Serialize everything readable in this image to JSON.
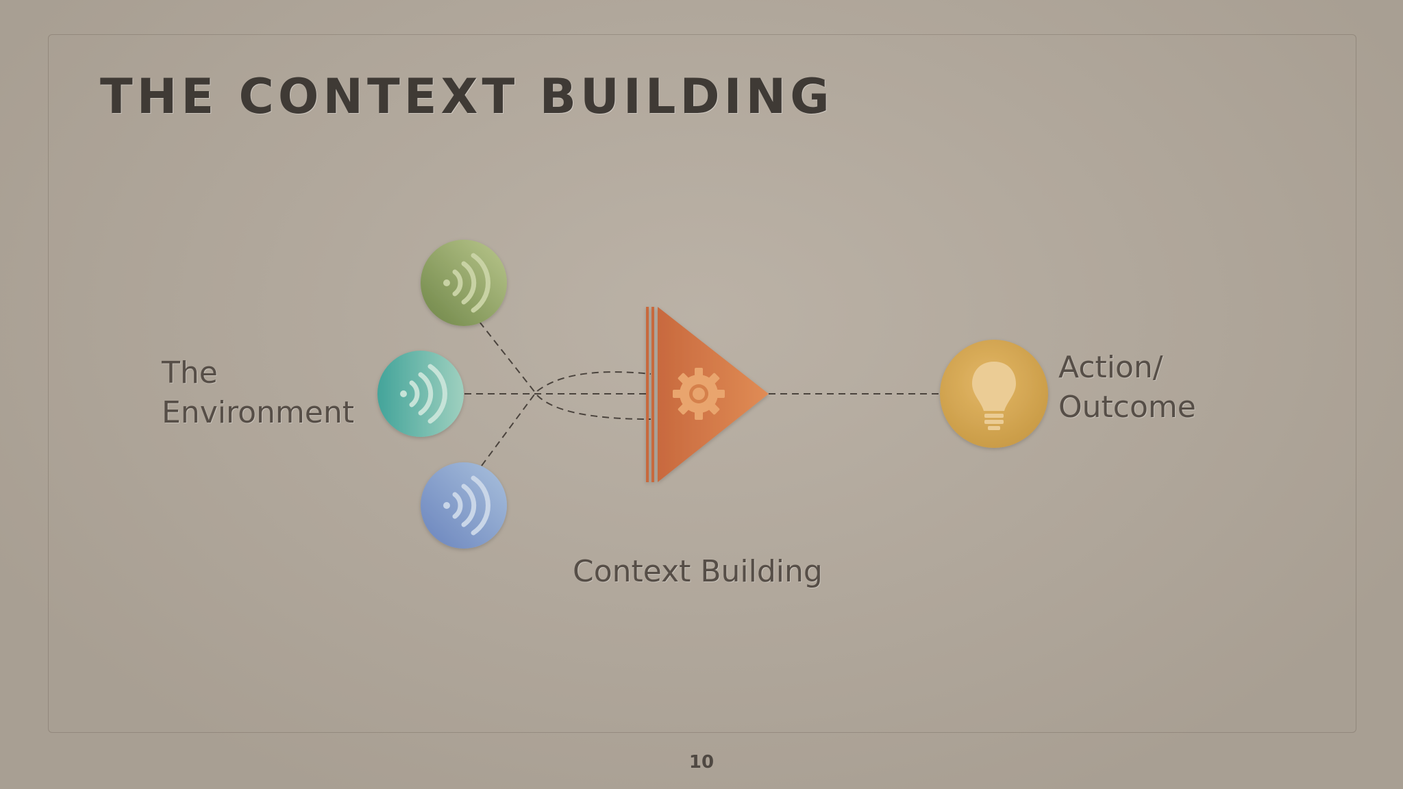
{
  "slide": {
    "title": "THE CONTEXT BUILDING",
    "page_number": "10"
  },
  "diagram": {
    "environment_label_line1": "The",
    "environment_label_line2": "Environment",
    "process_label": "Context Building",
    "outcome_label_line1": "Action/",
    "outcome_label_line2": "Outcome",
    "sensor_icons": [
      "wireless-signal-icon",
      "wireless-signal-icon",
      "wireless-signal-icon"
    ],
    "process_icon": "gear-icon",
    "outcome_icon": "lightbulb-icon",
    "colors": {
      "sensor_green": "#96a866",
      "sensor_teal": "#5fb3a6",
      "sensor_blue": "#7f9cc8",
      "process_orange": "#d27a48",
      "outcome_gold": "#d7a94f",
      "background": "#b3a99c"
    }
  }
}
